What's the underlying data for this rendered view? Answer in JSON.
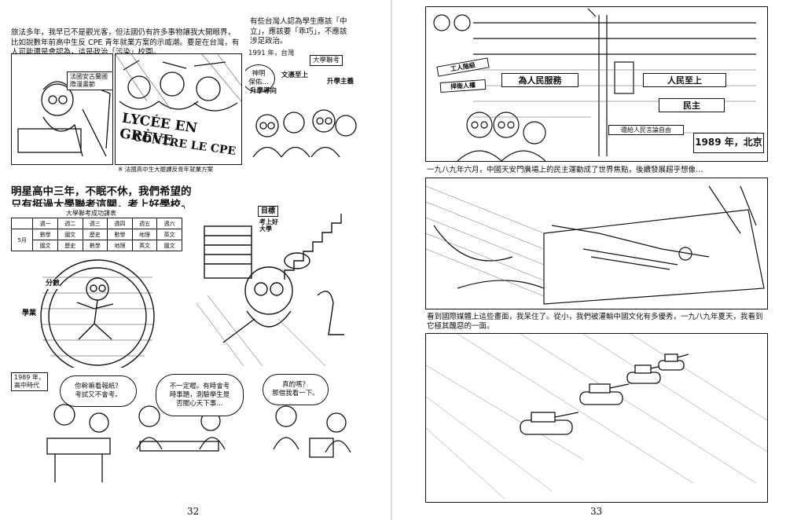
{
  "left_page": {
    "intro": "旅法多年，我早已不是觀光客，但法國仍有許多事物讓我大開眼界，比如說數年前高中生反 CPE 青年就業方案的示威潮。要是在台灣，有人可能還是會認為，這是政治「污染」校園。",
    "right_intro": "有些台灣人認為學生應該「中立」，應該要「乖巧」，不應該涉足政治。",
    "caption_france": "法國安古蘭國際漫畫節",
    "banner_line1": "LYCÉE EN GRÈVE",
    "banner_line2": "CONTRE LE CPE",
    "footnote": "※ 法國高中生大罷課反青年就業方案",
    "year_taiwan": "1991 年，台灣",
    "sign_exam": "大學聯考",
    "speech_shenming": "神明\n保佑…",
    "speech_wenti": "文憑至上",
    "speech_shengxue": "升學主義",
    "speech_shengxue_dui": "升學導向",
    "main_text": "明星高中三年，不眠不休，我們希望的只有挺過大學聯考這關，考上好學校。",
    "schedule": {
      "title": "大學聯考成功謀表",
      "header": [
        "",
        "週一",
        "週二",
        "週三",
        "週四",
        "週五",
        "週六"
      ],
      "month": "5月",
      "rows": [
        [
          "數學",
          "國文",
          "歷史",
          "數學",
          "地理",
          "英文"
        ],
        [
          "國文",
          "歷史",
          "數學",
          "地理",
          "英文",
          "國文"
        ]
      ]
    },
    "label_score": "分數",
    "label_student": "學業",
    "goal_label": "目標",
    "goal_sub": "考上好\n大學",
    "year_box": "1989 年，\n高中時代",
    "speech_newspaper": "你幹嘛看報紙？\n考試又不會考。",
    "speech_maybe": "不一定喔。有時會考\n時事題，測驗學生是\n否關心天下事…",
    "speech_really": "真的嗎？\n那借我看一下。",
    "page_number": "32"
  },
  "right_page": {
    "sign_workers": "工人階級",
    "sign_rights": "捍衛人權",
    "banner_serve": "為人民服務",
    "banner_people": "人民至上",
    "banner_democracy": "民主",
    "sign_speech": "還給人民言論自由",
    "year_beijing": "1989 年，北京",
    "caption_june": "一九八九年六月，中國天安門廣場上的民主運動成了世界焦點，後續發展超乎想像…",
    "caption_saw": "看到國際媒體上這些畫面，我呆住了。從小，我們被灌輸中國文化有多優秀，一九八九年夏天，我看到它極其醜惡的一面。",
    "page_number": "33"
  }
}
